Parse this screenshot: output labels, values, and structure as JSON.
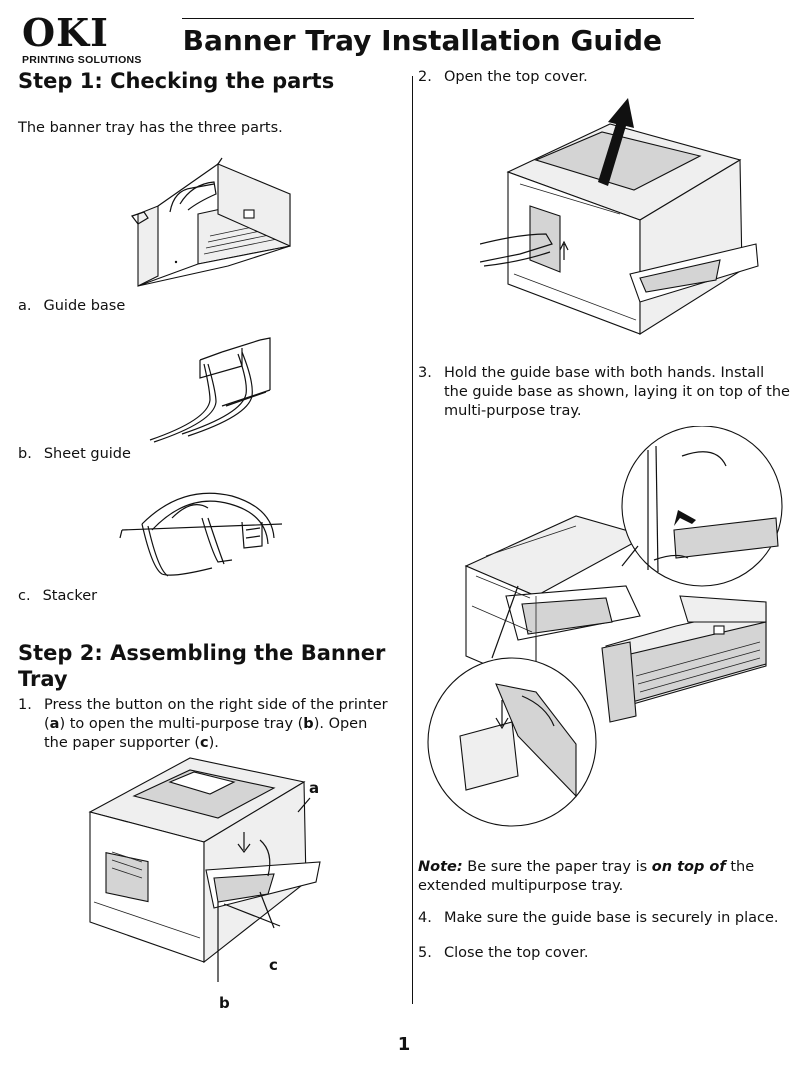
{
  "header": {
    "logo_text": "OKI",
    "logo_subtext": "PRINTING SOLUTIONS",
    "title": "Banner Tray Installation Guide"
  },
  "left": {
    "step1_heading": "Step 1:  Checking the parts",
    "intro": "The banner tray has the three parts.",
    "parts": [
      {
        "letter": "a.",
        "label": "Guide base"
      },
      {
        "letter": "b.",
        "label": "Sheet guide"
      },
      {
        "letter": "c.",
        "label": "Stacker"
      }
    ],
    "step2_heading": "Step 2: Assembling the Banner Tray",
    "item1": {
      "num": "1.",
      "t1": "Press the button on the right side of the printer (",
      "b1": "a",
      "t2": ") to open the multi-purpose tray (",
      "b2": "b",
      "t3": "). Open the paper supporter (",
      "b3": "c",
      "t4": ")."
    },
    "callouts": {
      "a": "a",
      "b": "b",
      "c": "c"
    }
  },
  "right": {
    "item2": {
      "num": "2.",
      "text": "Open the top cover."
    },
    "item3": {
      "num": "3.",
      "text": "Hold the guide base with both hands. Install the guide base as shown, laying it on top of the multi-purpose tray."
    },
    "note": {
      "label": "Note:",
      "t1": " Be sure the paper tray is ",
      "emph": "on top of",
      "t2": " the extended multipurpose tray."
    },
    "item4": {
      "num": "4.",
      "text": "Make sure the guide base is securely in place."
    },
    "item5": {
      "num": "5.",
      "text": "Close the top cover."
    }
  },
  "footer": {
    "page_number": "1"
  }
}
